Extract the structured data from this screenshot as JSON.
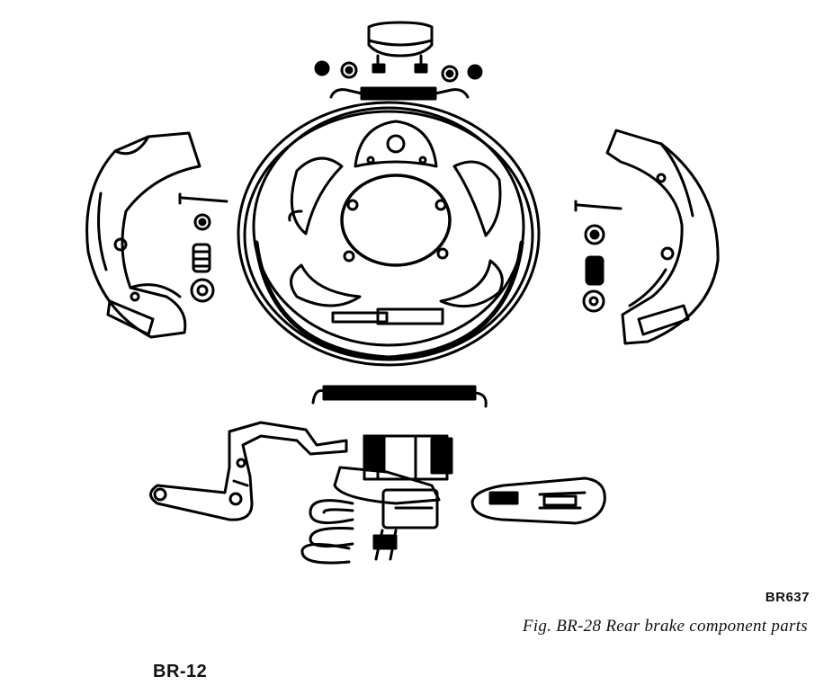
{
  "figure": {
    "code": "BR637",
    "caption": "Fig. BR-28  Rear brake component parts"
  },
  "page": {
    "number": "BR-12"
  }
}
